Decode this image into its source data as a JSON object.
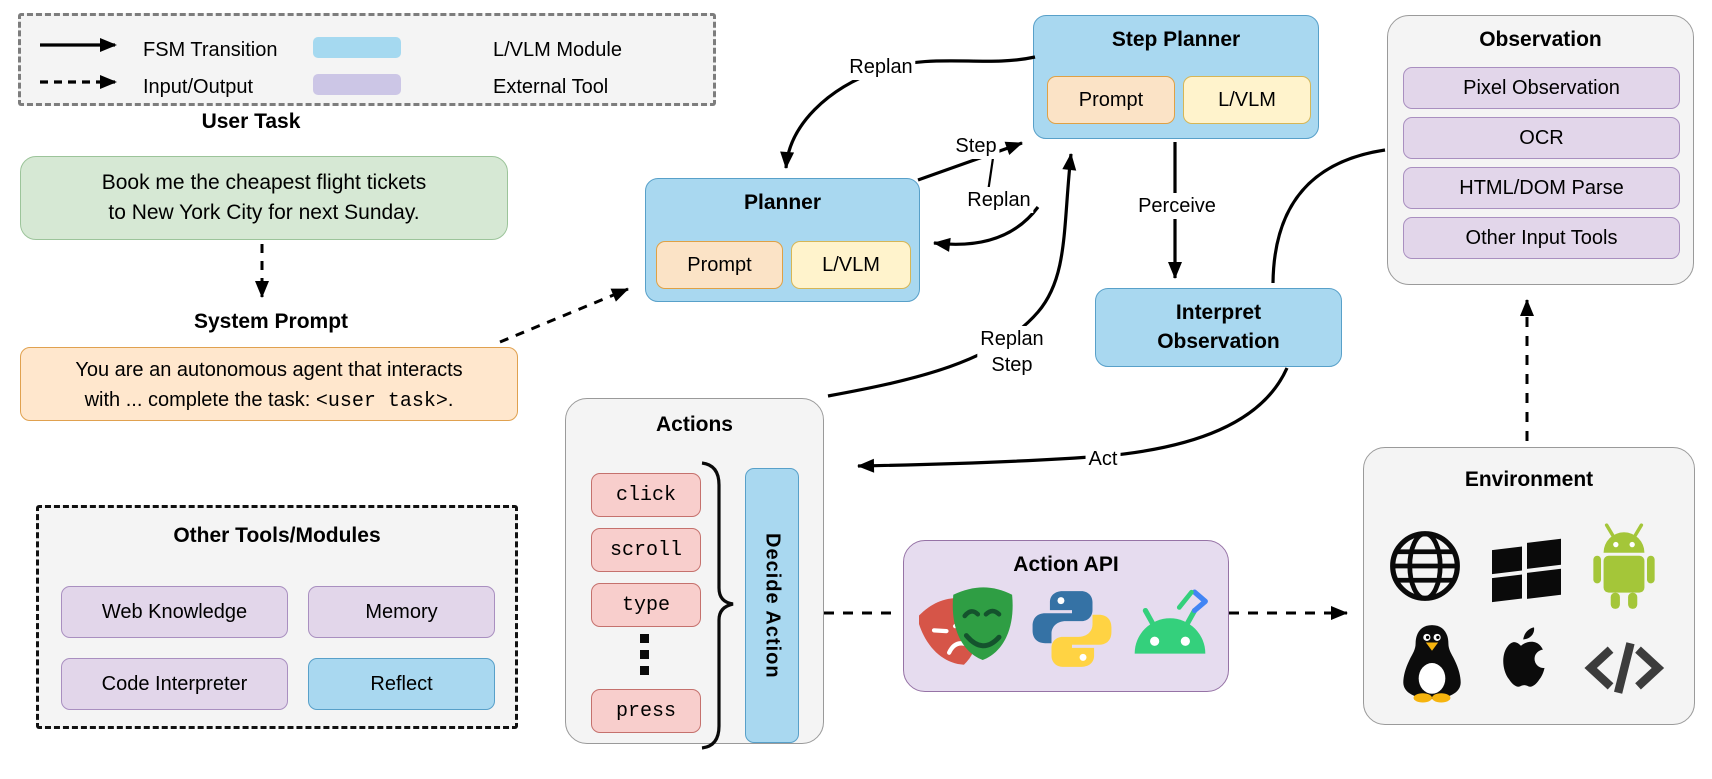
{
  "legend": {
    "fsm_transition": "FSM Transition",
    "input_output": "Input/Output",
    "lvlm_module": "L/VLM Module",
    "external_tool": "External Tool"
  },
  "user_task": {
    "title": "User Task",
    "line1": "Book me the cheapest flight tickets",
    "line2": "to New York City for next Sunday."
  },
  "system_prompt": {
    "title": "System Prompt",
    "line1": "You are an autonomous agent that interacts",
    "line2_prefix": "with ... complete the task: ",
    "code": "<user task>",
    "line2_suffix": "."
  },
  "other_tools": {
    "title": "Other Tools/Modules",
    "items": [
      "Web Knowledge",
      "Memory",
      "Code Interpreter",
      "Reflect"
    ]
  },
  "planner": {
    "title": "Planner",
    "prompt": "Prompt",
    "lvlm": "L/VLM"
  },
  "step_planner": {
    "title": "Step Planner",
    "prompt": "Prompt",
    "lvlm": "L/VLM"
  },
  "interpret_observation": {
    "line1": "Interpret",
    "line2": "Observation"
  },
  "observation": {
    "title": "Observation",
    "items": [
      "Pixel Observation",
      "OCR",
      "HTML/DOM Parse",
      "Other Input Tools"
    ]
  },
  "actions": {
    "title": "Actions",
    "items": [
      "click",
      "scroll",
      "type",
      "press"
    ],
    "decide": "Decide Action"
  },
  "action_api": {
    "title": "Action API",
    "icons": [
      "playwright-masks",
      "python-logo",
      "android-head"
    ]
  },
  "environment": {
    "title": "Environment",
    "icons": [
      "web-globe",
      "windows-logo",
      "android-robot",
      "linux-tux",
      "apple-logo",
      "code-brackets"
    ]
  },
  "edge_labels": {
    "replan_top": "Replan",
    "step": "Step",
    "replan_mid": "Replan",
    "perceive": "Perceive",
    "replan_step_1": "Replan",
    "replan_step_2": "Step",
    "act": "Act"
  },
  "colors": {
    "module_blue": "#A9D8F0",
    "external_purple": "#E2D6EA",
    "legend_purple": "#CCC6E6",
    "prompt_peach": "#FBE3C6",
    "lvlm_yellow": "#FFF3CC",
    "task_green": "#D6E8D4",
    "sys_orange": "#FFE7CD",
    "action_pink": "#F8CECC",
    "api_purple": "#E6DCEF",
    "container_gray": "#F4F4F4"
  }
}
